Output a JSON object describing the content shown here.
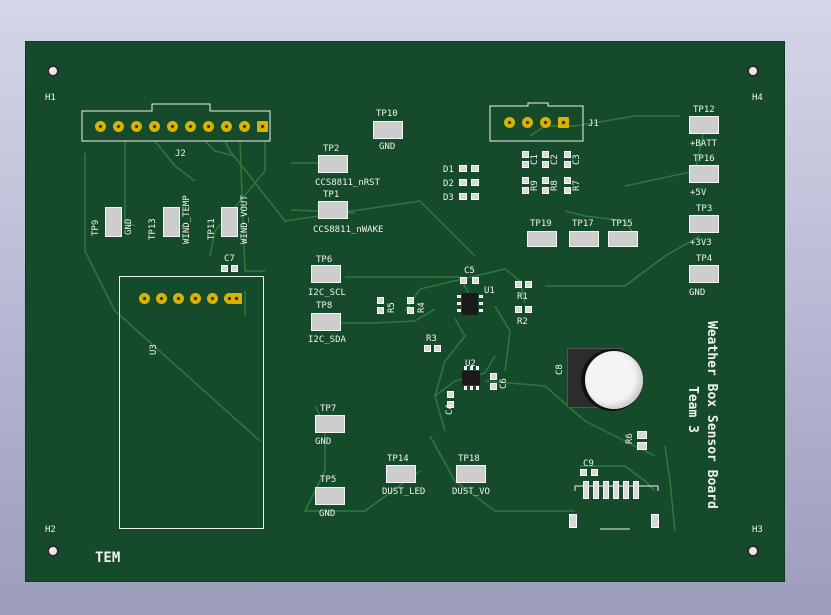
{
  "board_title_line1": "Weather Box Sensor Board",
  "board_title_line2": "Team 3",
  "logo_text": "TEM",
  "holes": {
    "h1": "H1",
    "h2": "H2",
    "h3": "H3",
    "h4": "H4"
  },
  "connectors": {
    "j1": "J1",
    "j2": "J2",
    "u3": "U3"
  },
  "chips": {
    "u1": "U1",
    "u2": "U2"
  },
  "testpoints": {
    "tp1": {
      "ref": "TP1",
      "label": "CCS8811_nWAKE"
    },
    "tp2": {
      "ref": "TP2",
      "label": "CCS8811_nRST"
    },
    "tp3": {
      "ref": "TP3",
      "label": "+3V3"
    },
    "tp4": {
      "ref": "TP4",
      "label": "GND"
    },
    "tp5": {
      "ref": "TP5",
      "label": "GND"
    },
    "tp6": {
      "ref": "TP6",
      "label": "I2C_SCL"
    },
    "tp7": {
      "ref": "TP7",
      "label": "GND"
    },
    "tp8": {
      "ref": "TP8",
      "label": "I2C_SDA"
    },
    "tp9": {
      "ref": "TP9",
      "label": "GND"
    },
    "tp10": {
      "ref": "TP10",
      "label": "GND"
    },
    "tp11": {
      "ref": "TP11",
      "label": "WIND_VOUT"
    },
    "tp12": {
      "ref": "TP12",
      "label": "+BATT"
    },
    "tp13": {
      "ref": "TP13",
      "label": "WIND_TEMP"
    },
    "tp14": {
      "ref": "TP14",
      "label": "DUST_LED"
    },
    "tp15": {
      "ref": "TP15",
      "label": ""
    },
    "tp16": {
      "ref": "TP16",
      "label": "+5V"
    },
    "tp17": {
      "ref": "TP17",
      "label": ""
    },
    "tp18": {
      "ref": "TP18",
      "label": "DUST_VO"
    },
    "tp19": {
      "ref": "TP19",
      "label": ""
    }
  },
  "passives": {
    "c1": "C1",
    "c2": "C2",
    "c3": "C3",
    "c4": "C4",
    "c5": "C5",
    "c6": "C6",
    "c7": "C7",
    "c8": "C8",
    "c9": "C9",
    "r1": "R1",
    "r2": "R2",
    "r3": "R3",
    "r4": "R4",
    "r5": "R5",
    "r6": "R6",
    "r7": "R7",
    "r8": "R8",
    "r9": "R9",
    "d1": "D1",
    "d2": "D2",
    "d3": "D3"
  },
  "colors": {
    "board": "#154a2a",
    "trace": "#2e7a3c",
    "silk": "#f2f2f2",
    "pad": "#cdcdcd",
    "pin": "#c9a400"
  }
}
